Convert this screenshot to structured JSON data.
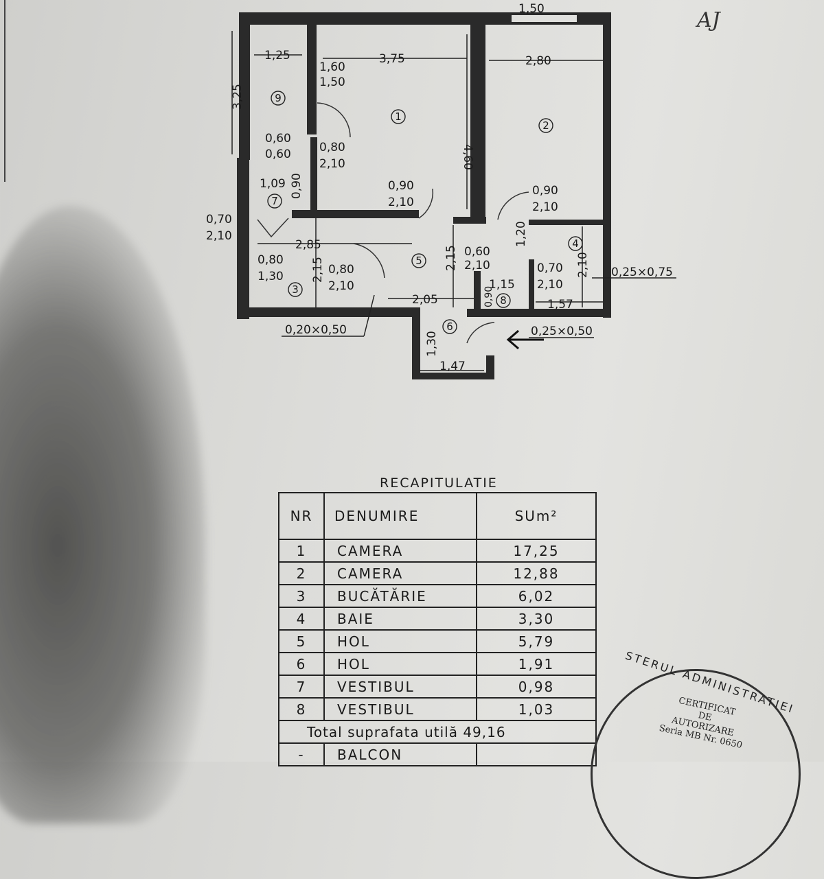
{
  "plan": {
    "rooms": [
      "1",
      "2",
      "3",
      "4",
      "5",
      "6",
      "7",
      "8",
      "9"
    ],
    "dims": {
      "top_window": "1,50",
      "d_125": "1,25",
      "d_375": "3,75",
      "d_280": "2,80",
      "win_160": "1,60",
      "win_150": "1,50",
      "d_325": "3,25",
      "d_460": "4,60",
      "w_060a": "0,60",
      "w_060b": "0,60",
      "door_080a": "0,80",
      "door_210a": "2,10",
      "d_109": "1,09",
      "d_090v": "0,90",
      "door_090a": "0,90",
      "door_210b": "2,10",
      "door_090b": "0,90",
      "door_210c": "2,10",
      "door_070a": "0,70",
      "door_210d": "2,10",
      "d_120": "1,20",
      "d_285": "2,85",
      "d_215a": "2,15",
      "d_215b": "2,15",
      "door_060": "0,60",
      "door_210e": "2,10",
      "win_080": "0,80",
      "win_130": "1,30",
      "door_080b": "0,80",
      "door_210f": "2,10",
      "door_070b": "0,70",
      "door_210g": "2,10",
      "d_210": "2,10",
      "vent_025x075": "0,25×0,75",
      "d_115": "1,15",
      "d_090b": "0,90",
      "d_205": "2,05",
      "d_157": "1,57",
      "vent_020x050": "0,20×0,50",
      "vent_025x050": "0,25×0,50",
      "d_130": "1,30",
      "d_147": "1,47"
    }
  },
  "recap": {
    "title": "RECAPITULATIE",
    "headers": {
      "nr": "NR",
      "name": "DENUMIRE",
      "area": "SUm²"
    },
    "rows": [
      {
        "nr": "1",
        "name": "CAMERA",
        "area": "17,25"
      },
      {
        "nr": "2",
        "name": "CAMERA",
        "area": "12,88"
      },
      {
        "nr": "3",
        "name": "BUCĂTĂRIE",
        "area": "6,02"
      },
      {
        "nr": "4",
        "name": "BAIE",
        "area": "3,30"
      },
      {
        "nr": "5",
        "name": "HOL",
        "area": "5,79"
      },
      {
        "nr": "6",
        "name": "HOL",
        "area": "1,91"
      },
      {
        "nr": "7",
        "name": "VESTIBUL",
        "area": "0,98"
      },
      {
        "nr": "8",
        "name": "VESTIBUL",
        "area": "1,03"
      }
    ],
    "total_label": "Total suprafata utilă 49,16",
    "extra_row": {
      "nr": "-",
      "name": "BALCON"
    }
  },
  "stamp": {
    "ring": "STERUL ADMINISTRATIEI",
    "line1": "CERTIFICAT",
    "line2": "DE",
    "line3": "AUTORIZARE",
    "line4": "Seria MB Nr. 0650"
  },
  "signature": "AJ"
}
